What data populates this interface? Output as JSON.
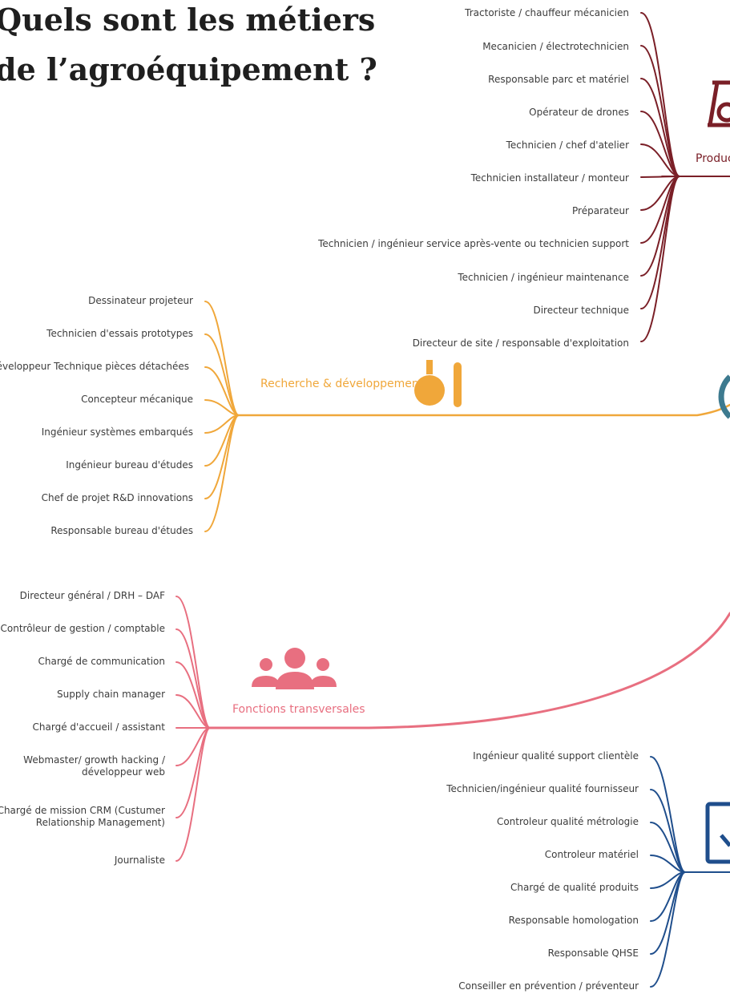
{
  "title": {
    "line1": "Quels sont les métiers",
    "line2": "de l’agroéquipement ?"
  },
  "colors": {
    "production": "#7a1f27",
    "rd": "#f0a73a",
    "transversal": "#e86f80",
    "quality": "#1f4e8c"
  },
  "branches": {
    "production": {
      "label": "Produc",
      "icon": "factory-icon",
      "items": [
        "Tractoriste / chauffeur mécanicien",
        "Mecanicien / électrotechnicien",
        "Responsable parc et matériel",
        "Opérateur de drones",
        "Technicien / chef d'atelier",
        "Technicien installateur / monteur",
        "Préparateur",
        "Technicien / ingénieur service après-vente ou technicien support",
        "Technicien / ingénieur maintenance",
        "Directeur technique",
        "Directeur de site / responsable d'exploitation"
      ]
    },
    "rd": {
      "label": "Recherche & développement",
      "icon": "lab-flask-icon",
      "items": [
        "Dessinateur projeteur",
        "Technicien d'essais prototypes",
        "Développeur Technique pièces détachées",
        "Concepteur mécanique",
        "Ingénieur systèmes embarqués",
        "Ingénieur bureau d'études",
        "Chef de projet R&D innovations",
        "Responsable bureau d'études"
      ]
    },
    "transversal": {
      "label": "Fonctions transversales",
      "icon": "people-group-icon",
      "items": [
        "Directeur général / DRH – DAF",
        "Contrôleur de gestion / comptable",
        "Chargé de communication",
        "Supply chain manager",
        "Chargé d'accueil / assistant",
        "Webmaster/ growth hacking / développeur web",
        "Chargé de mission CRM (Custumer Relationship Management)",
        "Journaliste"
      ]
    },
    "quality": {
      "icon": "checkbox-icon",
      "items": [
        "Ingénieur qualité support clientèle",
        "Technicien/ingénieur qualité fournisseur",
        "Controleur qualité métrologie",
        "Controleur matériel",
        "Chargé de qualité produits",
        "Responsable homologation",
        "Responsable QHSE",
        "Conseiller en prévention / préventeur"
      ]
    }
  }
}
